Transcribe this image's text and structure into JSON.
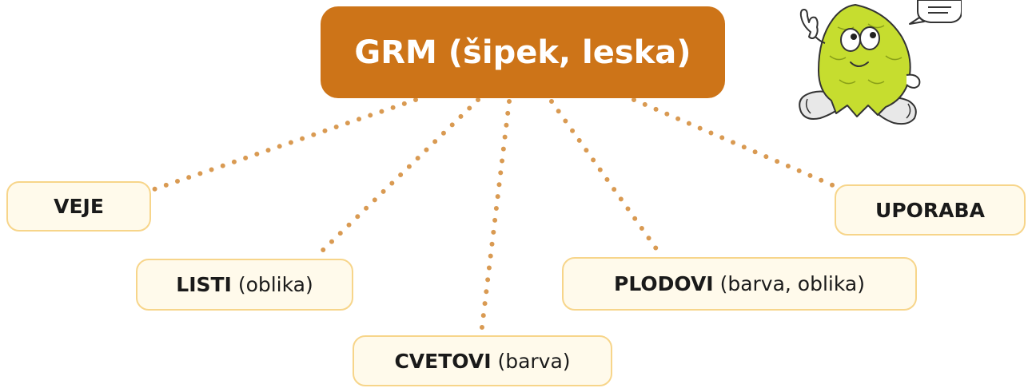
{
  "root": {
    "label": "GRM (šipek, leska)"
  },
  "branches": [
    {
      "id": "veje",
      "bold": "VEJE",
      "rest": ""
    },
    {
      "id": "listi",
      "bold": "LISTI",
      "rest": "(oblika)"
    },
    {
      "id": "cvetovi",
      "bold": "CVETOVI",
      "rest": "(barva)"
    },
    {
      "id": "plodovi",
      "bold": "PLODOVI",
      "rest": "(barva, oblika)"
    },
    {
      "id": "uporaba",
      "bold": "UPORABA",
      "rest": ""
    }
  ],
  "colors": {
    "root_fill": "#cd7418",
    "child_fill": "#fffaeb",
    "child_border": "#f7d58a",
    "connector": "#d99a52",
    "mascot_green": "#c6dd2f"
  },
  "icons": {
    "mascot": "hop-cone-mascot-icon",
    "speech": "speech-bubble-icon"
  }
}
